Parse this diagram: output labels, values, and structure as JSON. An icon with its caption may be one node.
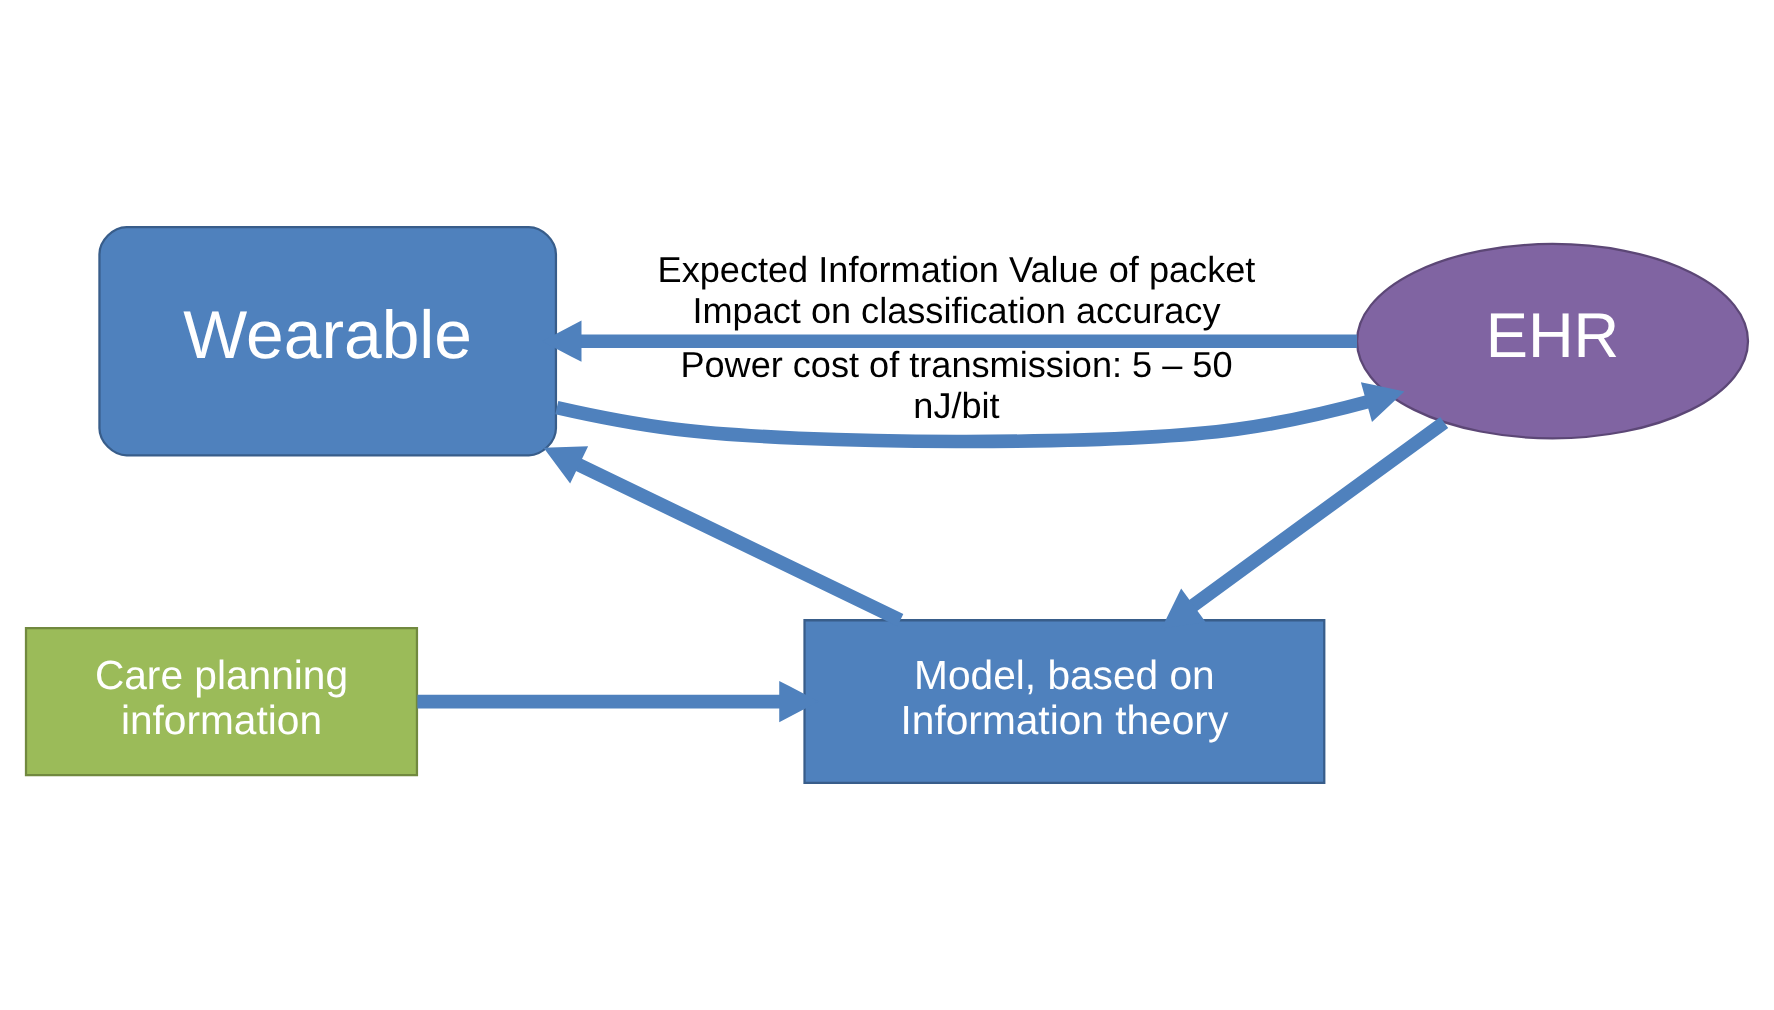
{
  "diagram": {
    "nodes": [
      {
        "text": [
          "Wearable"
        ]
      },
      {
        "text": [
          "EHR"
        ]
      },
      {
        "text": [
          "Model, based on Information theory"
        ]
      },
      {
        "text": [
          "Care planning information"
        ]
      }
    ],
    "edges": [
      {
        "from": 1,
        "to": 0,
        "arrow": "to",
        "label": "Expected Information Value of packet Impact on classification accuracy"
      },
      {
        "from": 0,
        "to": 1,
        "arrow": "to",
        "label": "Power cost of transmission: 5 – 50 nJ/bit"
      },
      {
        "from": 1,
        "to": 2,
        "arrow": "to"
      },
      {
        "from": 3,
        "to": 2,
        "arrow": "to"
      },
      {
        "from": 2,
        "to": 0,
        "arrow": "to"
      }
    ]
  }
}
